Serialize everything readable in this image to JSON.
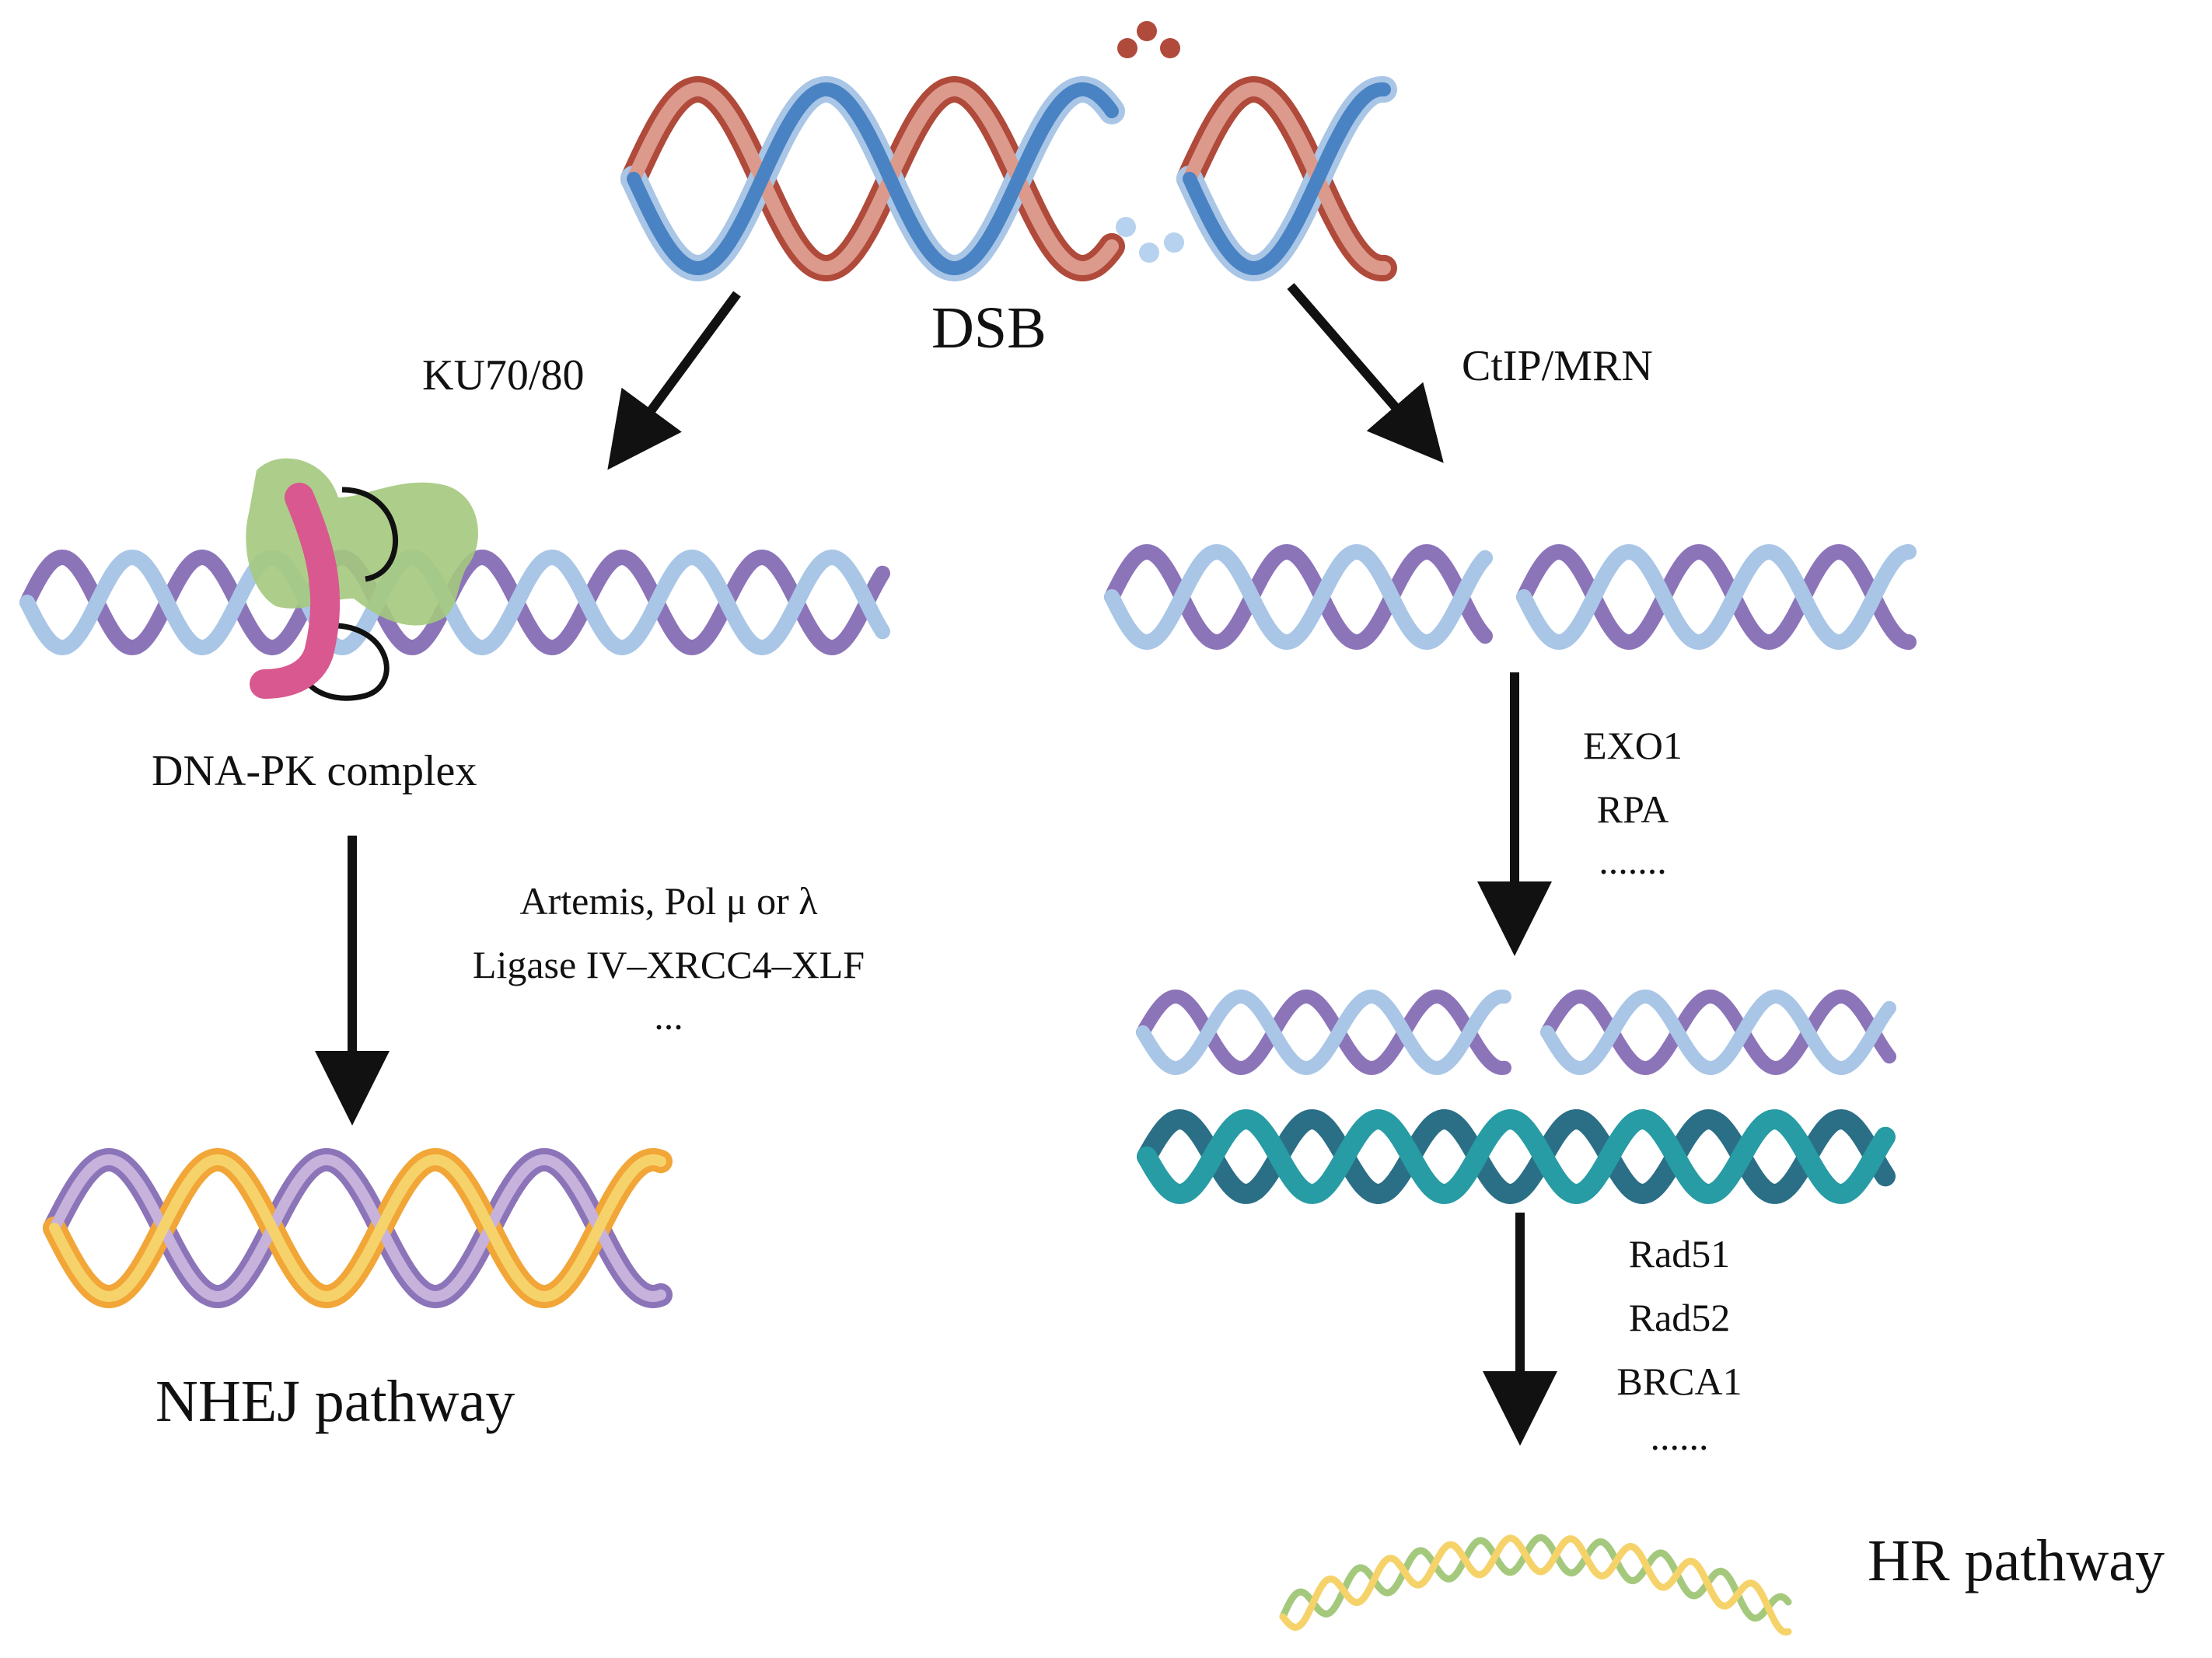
{
  "labels": {
    "dsb": "DSB",
    "ku": "KU70/80",
    "ctip": "CtIP/MRN",
    "dnapk": "DNA-PK complex",
    "nhej_enzymes": [
      "Artemis,  Pol μ or λ",
      "Ligase IV–XRCC4–XLF",
      "..."
    ],
    "hr_resection": [
      "EXO1",
      "RPA",
      "......."
    ],
    "hr_strand": [
      "Rad51",
      "Rad52",
      "BRCA1",
      "......"
    ],
    "nhej": "NHEJ pathway",
    "hr": "HR pathway"
  },
  "colors": {
    "blue": "#4a83c4",
    "light_blue": "#a9c6e6",
    "rust": "#b04a3b",
    "salmon": "#dc9a8c",
    "lavender": "#c7b2dc",
    "purple": "#8c74b9",
    "pale_blue": "#b7d2ee",
    "orange": "#f1a637",
    "yellow": "#f6d36a",
    "teal": "#279ca4",
    "dark_teal": "#2b6f86",
    "green": "#a4c97d",
    "pink": "#d8588f",
    "arrow": "#111111"
  }
}
